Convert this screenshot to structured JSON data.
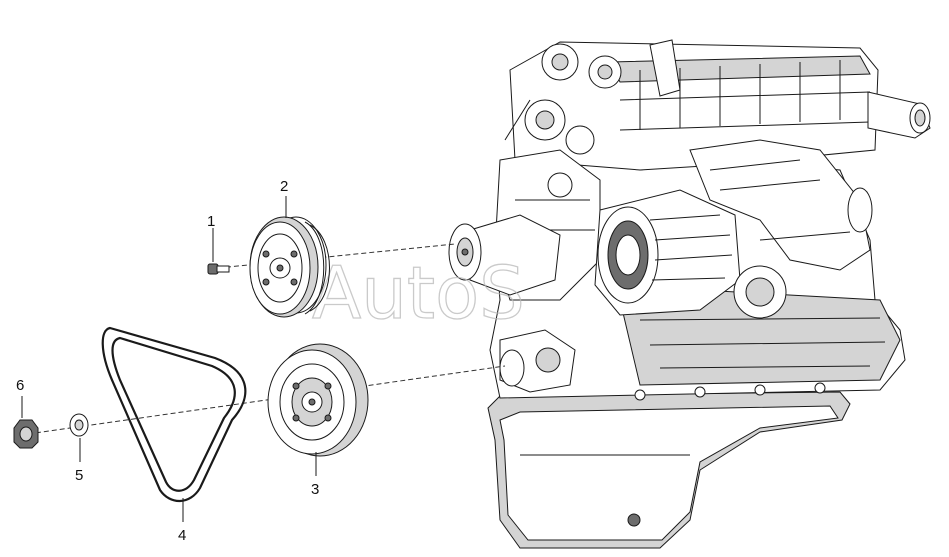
{
  "watermark": "AutoS",
  "callouts": [
    {
      "number": "1"
    },
    {
      "number": "2"
    },
    {
      "number": "3"
    },
    {
      "number": "4"
    },
    {
      "number": "5"
    },
    {
      "number": "6"
    }
  ]
}
